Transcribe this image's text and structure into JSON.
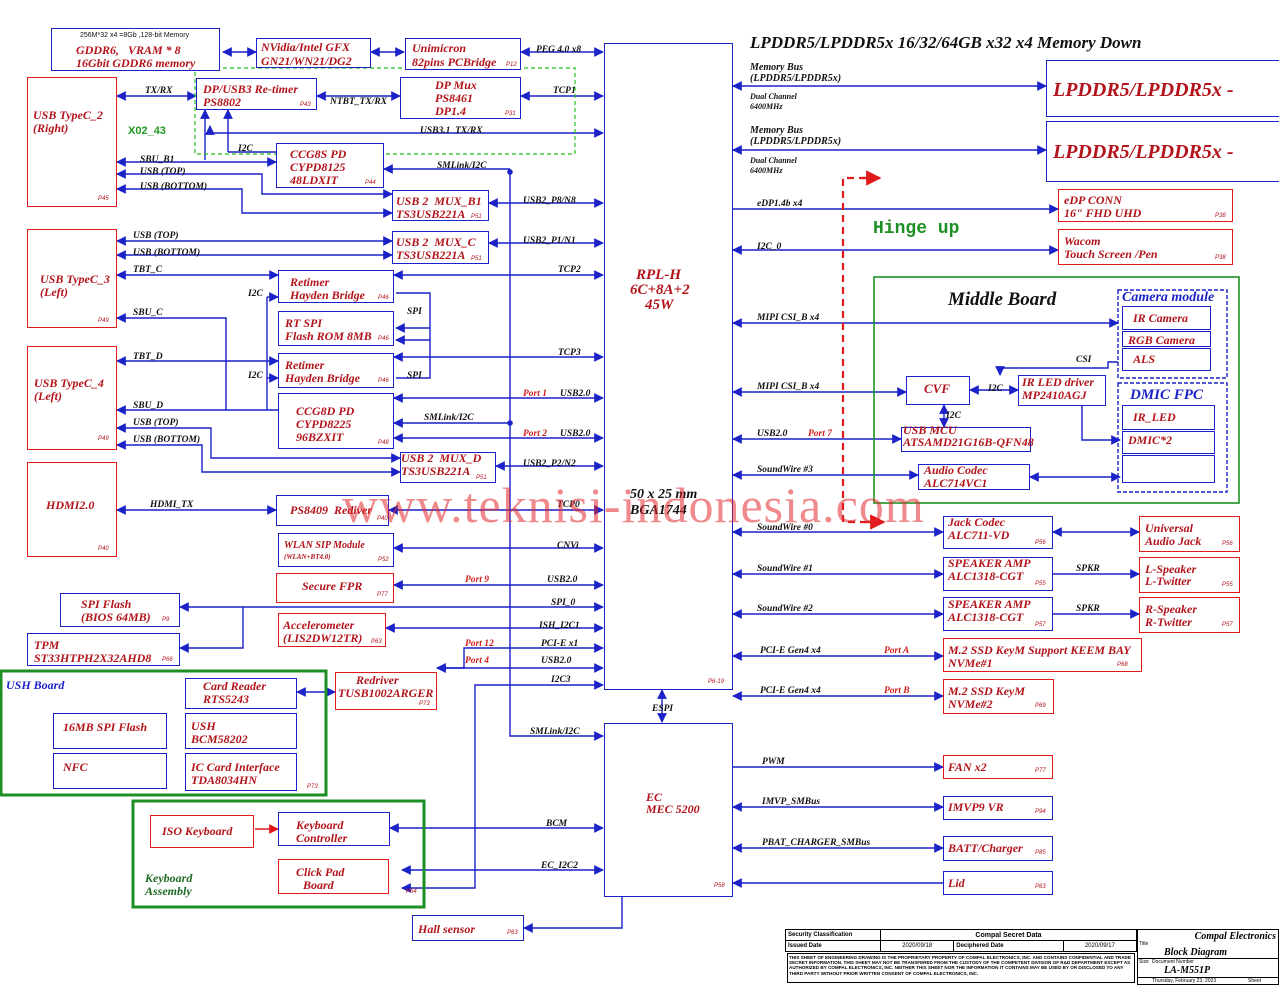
{
  "title": "LPDDR5/LPDDR5x 16/32/64GB x32 x4 Memory Down",
  "watermark": "www.teknisi-indonesia.com",
  "hinge": "Hinge up",
  "cpu": {
    "name": "RPL-H",
    "cores": "6C+8A+2",
    "tdp": "45W",
    "pkg1": "50 x 25 mm",
    "pkg2": "BGA1744",
    "page": "P6-19"
  },
  "ec": {
    "name": "EC",
    "part": "MEC 5200",
    "page": "P58"
  },
  "mem": {
    "note": "256M*32 x4 =8Gb ,128-bit Memory",
    "l1": "GDDR6,   VRAM * 8",
    "l2": "16Gbit GDDR6 memory",
    "ch1": "LPDDR5/LPDDR5x -",
    "ch2": "LPDDR5/LPDDR5x -",
    "bus1": "Memory Bus",
    "bus1b": "(LPDDR5/LPDDR5x)",
    "dual1": "Dual Channel",
    "speed1": "6400MHz",
    "bus2": "Memory Bus",
    "bus2b": "(LPDDR5/LPDDR5x)",
    "dual2": "Dual Channel",
    "speed2": "6400MHz"
  },
  "gfx": {
    "l1": "NVidia/Intel GFX",
    "l2": "GN21/WN21/DG2"
  },
  "unimicron": {
    "l1": "Unimicron",
    "l2": "82pins PCBridge",
    "p": "P12"
  },
  "retimer": {
    "l1": "DP/USB3 Re-timer",
    "l2": "PS8802",
    "p": "P43"
  },
  "dpmux": {
    "l1": "DP Mux",
    "l2": "PS8461",
    "l3": "DP1.4",
    "p": "P31"
  },
  "ccg8s": {
    "l1": "CCG8S PD",
    "l2": "CYPD8125",
    "l3": "48LDXIT",
    "p": "P44"
  },
  "mux_b1": {
    "l1": "USB 2  MUX_B1",
    "l2": "TS3USB221A",
    "p": "P51"
  },
  "mux_c": {
    "l1": "USB 2  MUX_C",
    "l2": "TS3USB221A",
    "p": "P51"
  },
  "mux_d": {
    "l1": "USB 2  MUX_D",
    "l2": "TS3USB221A",
    "p": "P51"
  },
  "hb1": {
    "l1": "Retimer",
    "l2": "Hayden Bridge",
    "p": "P46"
  },
  "rtspi": {
    "l1": "RT SPI",
    "l2": "Flash ROM 8MB",
    "p": "P46"
  },
  "hb2": {
    "l1": "Retimer",
    "l2": "Hayden Bridge",
    "p": "P46"
  },
  "ccg8d": {
    "l1": "CCG8D PD",
    "l2": "CYPD8225",
    "l3": "96BZXIT",
    "p": "P48"
  },
  "ps8409": {
    "l1": "PS8409  Rediver",
    "p": "P40"
  },
  "wlan": {
    "l1": "WLAN SIP Module",
    "l2": "(WLAN+BT4.0)",
    "p": "P52"
  },
  "fpr": {
    "l1": "Secure FPR",
    "p": "P77"
  },
  "accel": {
    "l1": "Accelerometer",
    "l2": "(LIS2DW12TR)",
    "p": "P63"
  },
  "spiflash": {
    "l1": "SPI Flash",
    "l2": "(BIOS 64MB)",
    "p": "P9"
  },
  "tpm": {
    "l1": "TPM",
    "l2": "ST33HTPH2X32AHD8",
    "p": "P66"
  },
  "redriver": {
    "l1": "Redriver",
    "l2": "TUSB1002ARGER",
    "p": "P73"
  },
  "usbc2": {
    "l1": "USB TypeC_2",
    "l2": "(Right)",
    "p": "P45"
  },
  "usbc3": {
    "l1": "USB TypeC_3",
    "l2": "(Left)",
    "p": "P49"
  },
  "usbc4": {
    "l1": "USB TypeC_4",
    "l2": "(Left)",
    "p": "P49"
  },
  "hdmi": {
    "l1": "HDMI2.0",
    "p": "P40"
  },
  "ush": {
    "title": "USH Board",
    "cr1": "Card Reader",
    "cr2": "RTS5243",
    "spi": "16MB SPI Flash",
    "ush1": "USH",
    "ush2": "BCM58202",
    "nfc": "NFC",
    "ic1": "IC Card Interface",
    "ic2": "TDA8034HN",
    "p": "P73"
  },
  "kb": {
    "iso": "ISO Keyboard",
    "kc1": "Keyboard",
    "kc2": "Controller",
    "cp1": "Click Pad",
    "cp2": "Board",
    "asm1": "Keyboard",
    "asm2": "Assembly",
    "p": "P64"
  },
  "hall": {
    "l1": "Hall sensor",
    "p": "P63"
  },
  "edp": {
    "l1": "eDP CONN",
    "l2": "16\" FHD UHD",
    "p": "P38"
  },
  "wacom": {
    "l1": "Wacom",
    "l2": "Touch Screen /Pen",
    "p": "P38"
  },
  "middle": {
    "title": "Middle Board",
    "cam": "Camera module",
    "ir": "IR Camera",
    "rgb": "RGB Camera",
    "als": "ALS",
    "cvf": "CVF",
    "irled1": "IR LED driver",
    "irled2": "MP2410AGJ",
    "dmic": "DMIC FPC",
    "irl": "IR_LED",
    "dm": "DMIC*2",
    "mcu1": "USB MCU",
    "mcu2": "ATSAMD21G16B-QFN48",
    "codec1": "Audio Codec",
    "codec2": "ALC714VC1"
  },
  "jack": {
    "l1": "Jack Codec",
    "l2": "ALC711-VD",
    "p": "P56"
  },
  "uaj": {
    "l1": "Universal",
    "l2": "Audio Jack",
    "p": "P56"
  },
  "ampL": {
    "l1": "SPEAKER AMP",
    "l2": "ALC1318-CGT",
    "p": "P55"
  },
  "ampR": {
    "l1": "SPEAKER AMP",
    "l2": "ALC1318-CGT",
    "p": "P57"
  },
  "spkL": {
    "l1": "L-Speaker",
    "l2": "L-Twitter",
    "p": "P55"
  },
  "spkR": {
    "l1": "R-Speaker",
    "l2": "R-Twitter",
    "p": "P57"
  },
  "ssd1": {
    "l1": "M.2 SSD KeyM Support KEEM BAY",
    "l2": "NVMe#1",
    "p": "P68"
  },
  "ssd2": {
    "l1": "M.2 SSD KeyM",
    "l2": "NVMe#2",
    "p": "P69"
  },
  "fan": {
    "l1": "FAN x2",
    "p": "P77"
  },
  "imvp": {
    "l1": "IMVP9 VR",
    "p": "P94"
  },
  "batt": {
    "l1": "BATT/Charger",
    "p": "P85"
  },
  "lid": {
    "l1": "Lid",
    "p": "P63"
  },
  "sig": {
    "peg": "PEG 4.0 x8",
    "txrx": "TX/RX",
    "ntbt": "NTBT_TX/RX",
    "tcp1": "TCP1",
    "usb31": "USB3.1  TX/RX",
    "i2c": "I2C",
    "sbub1": "SBU_B1",
    "usbtop": "USB (TOP)",
    "usbbot": "USB (BOTTOM)",
    "smlink": "SMLink/I2C",
    "usb2p8": "USB2_P8/N8",
    "usb2p1": "USB2_P1/N1",
    "tbtc": "TBT_C",
    "tcp2": "TCP2",
    "sbuc": "SBU_C",
    "spi": "SPI",
    "tbtd": "TBT_D",
    "tcp3": "TCP3",
    "sbud": "SBU_D",
    "port1": "Port 1",
    "usb20": "USB2.0",
    "port2": "Port 2",
    "usb2p2": "USB2_P2/N2",
    "hdmitx": "HDMI_TX",
    "tcp0": "TCP0",
    "cnvi": "CNVi",
    "port9": "Port 9",
    "spi0": "SPI_0",
    "ish": "ISH_I2C1",
    "port12": "Port 12",
    "pcie": "PCI-E x1",
    "port4": "Port 4",
    "i2c3": "I2C3",
    "smlink2": "SMLink/I2C",
    "espi": "ESPI",
    "bcm": "BCM",
    "ecI2c2": "EC_I2C2",
    "edp14": "eDP1.4b x4",
    "i2c0": "I2C_0",
    "mipi1": "MIPI CSI_B x4",
    "mipi2": "MIPI CSI_B x4",
    "csi": "CSI",
    "port7": "Port 7",
    "sw3": "SoundWire #3",
    "sw0": "SoundWire #0",
    "sw1": "SoundWire #1",
    "sw2": "SoundWire #2",
    "spkr": "SPKR",
    "pcieg4": "PCI-E Gen4 x4",
    "portA": "Port A",
    "portB": "Port B",
    "pwm": "PWM",
    "imvpsm": "IMVP_SMBus",
    "pbat": "PBAT_CHARGER_SMBus",
    "x02": "X02_43"
  },
  "tb": {
    "sec": "Security Classification",
    "secv": "Compal Secret Data",
    "issued": "Issued Date",
    "issuedv": "2020/09/18",
    "deciph": "Deciphered Date",
    "deciphv": "2020/09/17",
    "company": "Compal Electronics",
    "titleL": "Title",
    "title": "Block Diagram",
    "sizeL": "Size",
    "docL": "Document Number",
    "doc": "LA-M551P",
    "date": "Thursday, February 23, 2023",
    "sheet": "Sheet",
    "notice": "THIS SHEET OF ENGINEERING DRAWING IS THE PROPRIETARY PROPERTY OF COMPAL ELECTRONICS, INC. AND CONTAINS CONFIDENTIAL AND TRADE SECRET INFORMATION. THIS SHEET MAY NOT BE TRANSFERED FROM THE CUSTODY OF THE COMPETENT DIVISION OF R&D DEPARTMENT EXCEPT AS AUTHORIZED BY COMPAL ELECTRONICS, INC. NEITHER THIS SHEET NOR THE INFORMATION IT CONTAINS MAY BE USED BY OR DISCLOSED TO ANY THIRD PARTY WITHOUT PRIOR WRITTEN CONSENT OF COMPAL ELECTRONICS, INC."
  }
}
